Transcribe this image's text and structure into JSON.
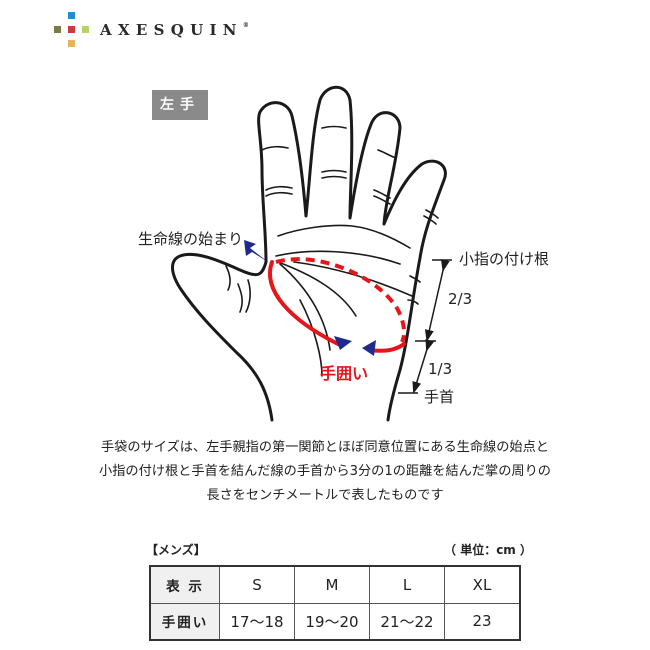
{
  "logo": {
    "brand": "AXESQUIN",
    "registered": "®",
    "colors": {
      "top": "#1a8fd8",
      "left": "#7d7a4a",
      "center": "#d0373f",
      "right": "#b6d465",
      "bottom": "#e7b45a"
    }
  },
  "figure": {
    "hand_label": "左手",
    "labels": {
      "lifeline_start": "生命線の始まり",
      "pinky_base": "小指の付け根",
      "two_thirds": "2/3",
      "one_third": "1/3",
      "wrist": "手首",
      "hand_girth": "手囲い"
    },
    "colors": {
      "measure_line": "#e8141b",
      "arrow": "#1f2a8c",
      "outline": "#1a1a1a",
      "label_bg": "#8a8a8a"
    }
  },
  "description": {
    "line1": "手袋のサイズは、左手親指の第一関節とほぼ同意位置にある生命線の始点と",
    "line2": "小指の付け根と手首を結んだ線の手首から3分の1の距離を結んだ掌の周りの",
    "line3": "長さをセンチメートルで表したものです"
  },
  "size_table": {
    "category": "【メンズ】",
    "unit": "（ 単位：cm ）",
    "rows": [
      {
        "header": "表 示",
        "values": [
          "S",
          "M",
          "L",
          "XL"
        ]
      },
      {
        "header": "手囲い",
        "values": [
          "17〜18",
          "19〜20",
          "21〜22",
          "23"
        ]
      }
    ]
  }
}
